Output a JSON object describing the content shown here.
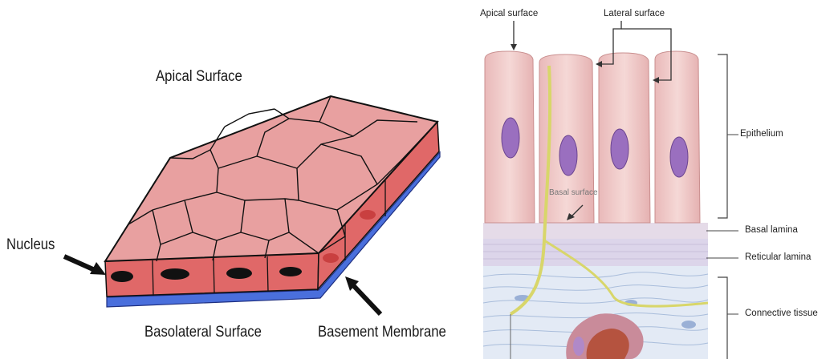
{
  "left_figure": {
    "apical": "Apical Surface",
    "nucleus": "Nucleus",
    "basolateral": "Basolateral Surface",
    "basement": "Basement Membrane"
  },
  "right_figure": {
    "apical": "Apical surface",
    "lateral": "Lateral surface",
    "epithelium": "Epithelium",
    "basal_surface": "Basal surface",
    "basal_lamina": "Basal lamina",
    "reticular_lamina": "Reticular lamina",
    "connective_tissue": "Connective tissue"
  },
  "colors": {
    "cell_top": "#e8a0a0",
    "cell_side": "#e06868",
    "membrane": "#4a6fdc",
    "nucleus": "#111111",
    "column_cell": "#f2c9c9",
    "right_nucleus": "#9a6fbf",
    "lamina": "#ddd5ea",
    "connective": "#dfe7f3",
    "nerve": "#d8d66a",
    "vessel": "#b5533f"
  }
}
